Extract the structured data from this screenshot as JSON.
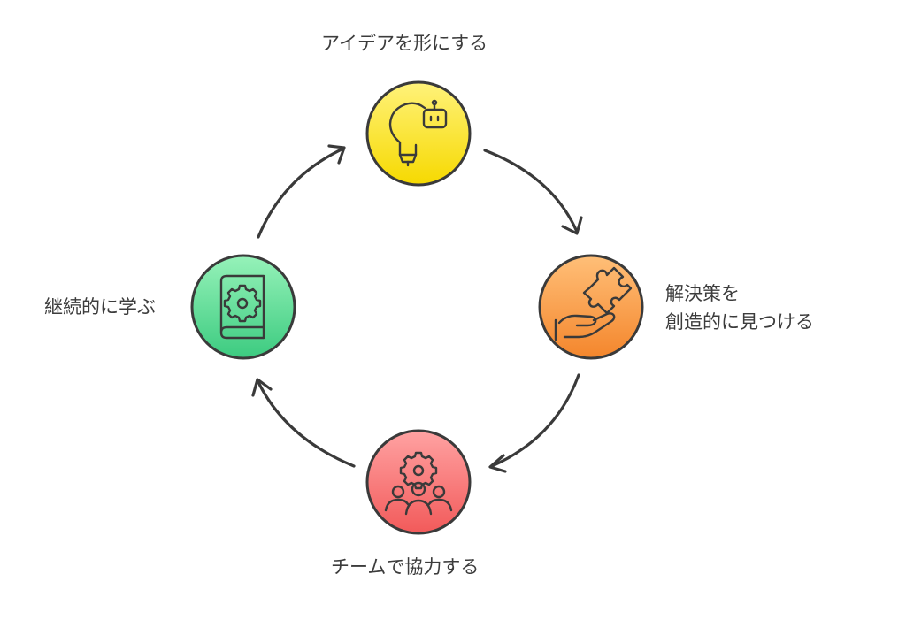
{
  "nodes": [
    {
      "id": "idea",
      "label": [
        "アイデアを形にする"
      ],
      "icon": "lightbulb-robot-icon",
      "colors": [
        "#fff06a",
        "#f5d800"
      ]
    },
    {
      "id": "solve",
      "label": [
        "解決策を",
        "創造的に見つける"
      ],
      "icon": "puzzle-hand-icon",
      "colors": [
        "#ffb86a",
        "#f58a32"
      ]
    },
    {
      "id": "team",
      "label": [
        "チームで協力する"
      ],
      "icon": "team-gear-icon",
      "colors": [
        "#ff9a9a",
        "#f25f5f"
      ]
    },
    {
      "id": "learn",
      "label": [
        "継続的に学ぶ"
      ],
      "icon": "book-gear-icon",
      "colors": [
        "#8ff0b4",
        "#3fcc82"
      ]
    }
  ],
  "edges": [
    {
      "from": "idea",
      "to": "solve"
    },
    {
      "from": "solve",
      "to": "team"
    },
    {
      "from": "team",
      "to": "learn"
    },
    {
      "from": "learn",
      "to": "idea"
    }
  ]
}
